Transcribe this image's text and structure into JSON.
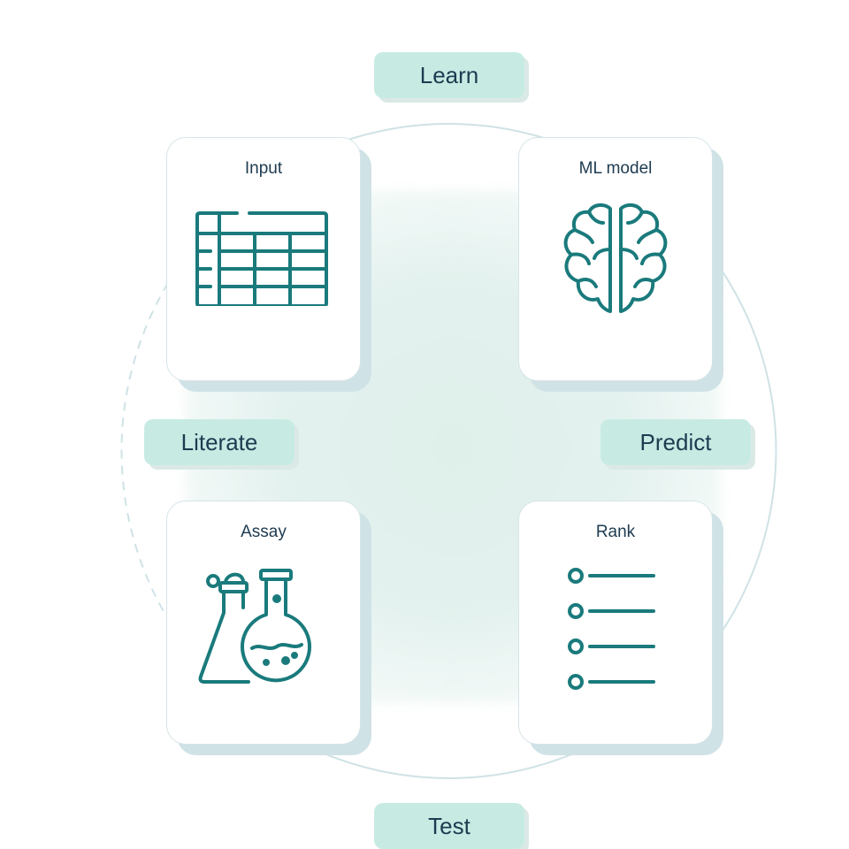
{
  "stages": {
    "learn": "Learn",
    "predict": "Predict",
    "test": "Test",
    "literate": "Literate"
  },
  "cards": {
    "input": "Input",
    "ml_model": "ML model",
    "assay": "Assay",
    "rank": "Rank"
  },
  "icons": {
    "input": "table-icon",
    "ml_model": "brain-icon",
    "assay": "flasks-icon",
    "rank": "list-icon"
  },
  "colors": {
    "icon_stroke": "#1a7a7c",
    "pill_fill": "#c7ebe3",
    "ring": "#cfe2e6",
    "text": "#1d3b50"
  }
}
